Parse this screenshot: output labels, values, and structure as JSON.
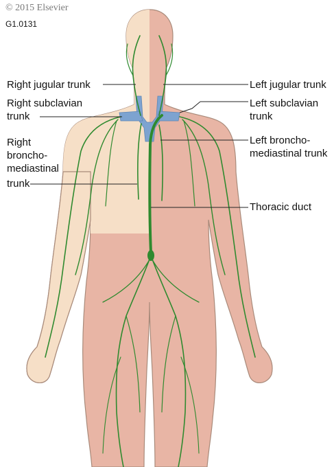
{
  "header": {
    "copyright": "© 2015 Elsevier",
    "figure_id": "G1.0131"
  },
  "labels": {
    "right_jugular": "Right jugular trunk",
    "right_subclavian_1": "Right subclavian",
    "right_subclavian_2": "trunk",
    "right_broncho_1": "Right",
    "right_broncho_2": "broncho-",
    "right_broncho_3": "mediastinal",
    "right_broncho_4": "trunk",
    "left_jugular": "Left jugular trunk",
    "left_subclavian_1": "Left subclavian",
    "left_subclavian_2": "trunk",
    "left_broncho_1": "Left broncho-",
    "left_broncho_2": "mediastinal trunk",
    "thoracic_duct": "Thoracic duct"
  },
  "colors": {
    "skin_light": "#f6dfc7",
    "skin_dark": "#e8b5a5",
    "outline": "#a88a7a",
    "lymph": "#2f8a2f",
    "vein": "#7da3d0",
    "leader": "#222222"
  }
}
